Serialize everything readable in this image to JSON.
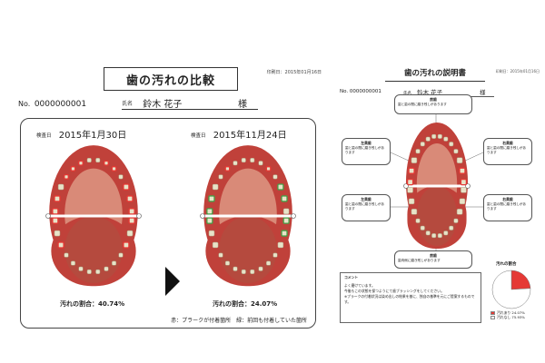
{
  "left_sheet": {
    "title": "歯の汚れの比較",
    "issue_date": "印刷日：2015年01月16日",
    "patient_no": "No.",
    "patient_id": "0000000001",
    "name_label": "氏名",
    "patient_name": "鈴木 花子",
    "honorific": "様",
    "before": {
      "date_label": "検査日",
      "date": "2015年1月30日",
      "ratio_text": "汚れの割合：40.74%"
    },
    "after": {
      "date_label": "検査日",
      "date": "2015年11月24日",
      "ratio_text": "汚れの割合：24.07%"
    },
    "legend": "赤：プラークが付着箇所　緑：前回も付着していた箇所"
  },
  "right_sheet": {
    "title": "歯の汚れの説明書",
    "issue_date": "印刷日：2015年01月16日",
    "patient_id": "No. 0000000001",
    "name_label": "氏名",
    "patient_name": "鈴木 花子",
    "honorific": "様",
    "callouts": [
      {
        "title": "前歯",
        "text": "歯と歯の間に磨き残しがあります"
      },
      {
        "title": "左奥歯",
        "text": "歯と歯の間に磨き残しがあります"
      },
      {
        "title": "右奥歯",
        "text": "歯と歯の間に磨き残しがあります"
      },
      {
        "title": "左奥歯",
        "text": "歯と歯の間に磨き残しがあります"
      },
      {
        "title": "右奥歯",
        "text": "歯と歯の間に磨き残しがあります"
      },
      {
        "title": "前歯",
        "text": "歯肉側に磨き残しがあります"
      }
    ],
    "comment_title": "コメント",
    "comment_lines": [
      "よく磨けています。",
      "今後もこの状態を保つようにて歯ブラッシングをしてください。",
      "※プラークの付着状況は染め出しの結果を基に、独自の基準を元にご提案するものです。"
    ],
    "pie": {
      "title": "汚れの割合",
      "dirty_label": "汚れあり",
      "dirty_value": "24.07%",
      "clean_label": "汚れなし",
      "clean_value": "75.93%",
      "dirty_color": "#e53935",
      "clean_color": "#ffffff"
    }
  },
  "chart_data": {
    "type": "pie",
    "title": "汚れの割合",
    "categories": [
      "汚れあり",
      "汚れなし"
    ],
    "values": [
      24.07,
      75.93
    ]
  },
  "colors": {
    "plaque": "#e53935",
    "previous": "#43a047",
    "gum": "#c0413a",
    "tongue": "#b54a3e",
    "tooth": "#e8e3c8"
  }
}
